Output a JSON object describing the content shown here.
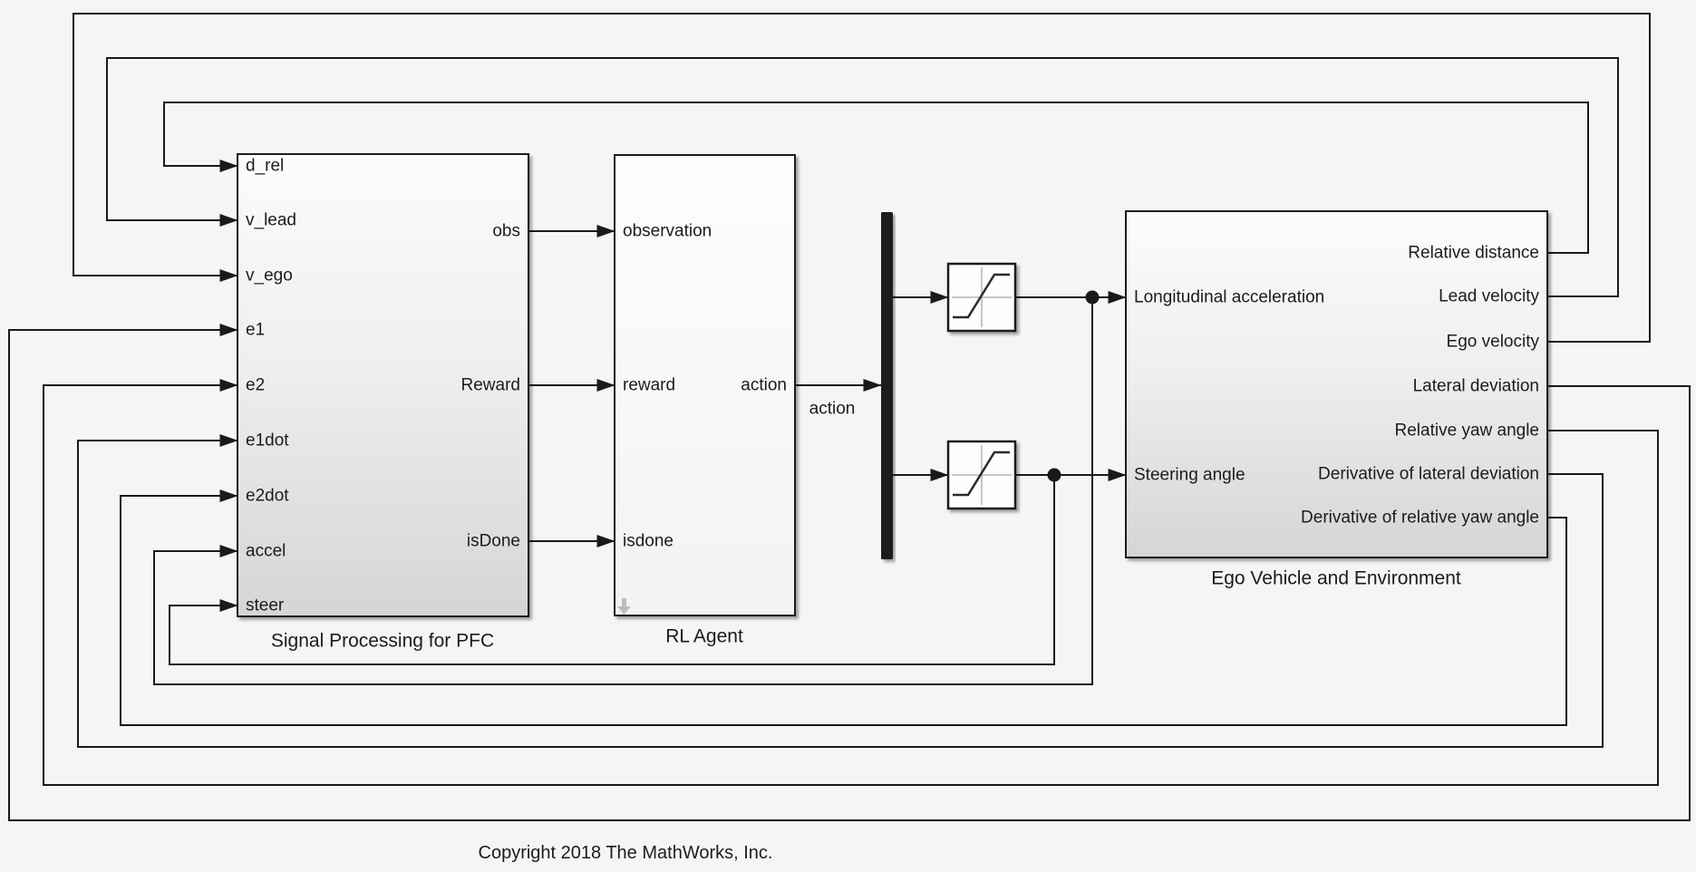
{
  "diagram": {
    "copyright": "Copyright 2018 The MathWorks, Inc.",
    "colors": {
      "background": "#f5f5f5",
      "wire": "#1a1a1a",
      "block_border": "#1f1f1f",
      "block_fill_top": "#fcfcfc",
      "block_fill_bottom": "#d5d5d5",
      "demux_fill": "#1f1f1f",
      "saturation_axis_gray": "#b3b3b3"
    }
  },
  "blocks": {
    "signal_processing": {
      "label": "Signal Processing for PFC",
      "inputs": [
        "d_rel",
        "v_lead",
        "v_ego",
        "e1",
        "e2",
        "e1dot",
        "e2dot",
        "accel",
        "steer"
      ],
      "outputs": [
        "obs",
        "Reward",
        "isDone"
      ]
    },
    "rl_agent": {
      "label": "RL Agent",
      "inputs": [
        "observation",
        "reward",
        "isdone"
      ],
      "outputs": [
        "action"
      ]
    },
    "ego_vehicle": {
      "label": "Ego Vehicle and Environment",
      "inputs": [
        "Longitudinal acceleration",
        "Steering angle"
      ],
      "outputs": [
        "Relative distance",
        "Lead velocity",
        "Ego velocity",
        "Lateral deviation",
        "Relative yaw angle",
        "Derivative of lateral deviation",
        "Derivative of relative yaw angle"
      ]
    }
  },
  "signals": {
    "action_label": "action"
  }
}
